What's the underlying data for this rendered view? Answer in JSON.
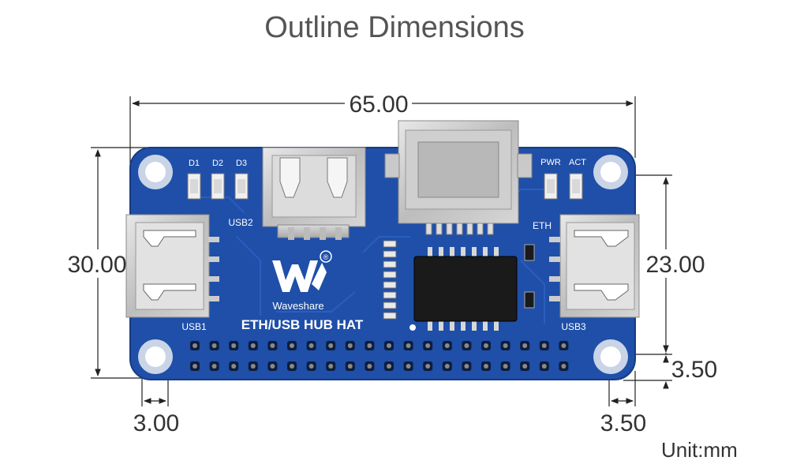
{
  "title": "Outline Dimensions",
  "unit_label": "Unit:mm",
  "dimensions": {
    "width": "65.00",
    "height": "30.00",
    "hole_spacing_vertical": "23.00",
    "hole_offset_bottom": "3.50",
    "hole_offset_left": "3.00",
    "hole_offset_right": "3.50"
  },
  "board": {
    "product_name": "ETH/USB HUB HAT",
    "brand": "Waveshare",
    "led_labels": [
      "D1",
      "D2",
      "D3"
    ],
    "status_led_labels": [
      "PWR",
      "ACT"
    ],
    "port_labels": {
      "usb1": "USB1",
      "usb2": "USB2",
      "usb3": "USB3",
      "eth": "ETH"
    },
    "pcb_color": "#1f4fa8",
    "registered_mark": "®"
  }
}
